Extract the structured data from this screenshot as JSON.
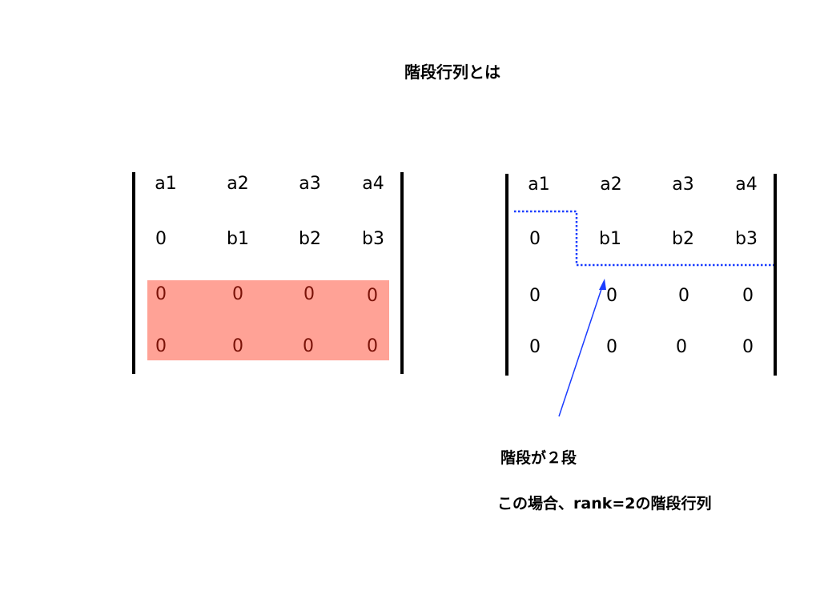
{
  "title": "階段行列とは",
  "left_matrix": {
    "rows": [
      [
        "a1",
        "a2",
        "a3",
        "a4"
      ],
      [
        "0",
        "b1",
        "b2",
        "b3"
      ],
      [
        "0",
        "0",
        "0",
        "0"
      ],
      [
        "0",
        "0",
        "0",
        "0"
      ]
    ],
    "highlight_rows": [
      2,
      3
    ],
    "highlight_color": "#ffa296",
    "highlight_text_color": "#7a1208"
  },
  "right_matrix": {
    "rows": [
      [
        "a1",
        "a2",
        "a3",
        "a4"
      ],
      [
        "0",
        "b1",
        "b2",
        "b3"
      ],
      [
        "0",
        "0",
        "0",
        "0"
      ],
      [
        "0",
        "0",
        "0",
        "0"
      ]
    ],
    "staircase_color": "#1a3cff",
    "arrow_color": "#1a3cff"
  },
  "captions": {
    "steps": "階段が２段",
    "conclusion": "この場合、rank=2の階段行列"
  }
}
